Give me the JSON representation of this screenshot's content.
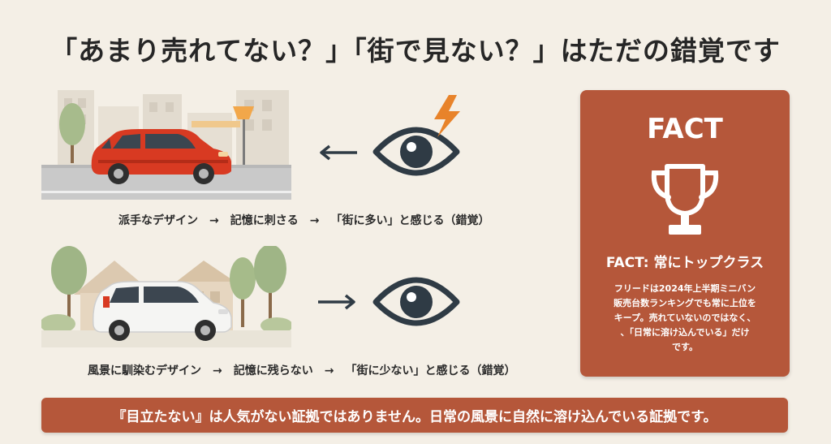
{
  "title": "「あまり売れてない？」「街で見ない？」はただの錯覚です",
  "row1": {
    "steps": [
      "派手なデザイン",
      "記憶に刺さる",
      "「街に多い」と感じる（錯覚）"
    ],
    "arrow": "→"
  },
  "row2": {
    "steps": [
      "風景に馴染むデザイン",
      "記憶に残らない",
      "「街に少ない」と感じる（錯覚）"
    ],
    "arrow": "→"
  },
  "fact": {
    "heading": "FACT",
    "subheading": "FACT: 常にトップクラス",
    "body_lines": [
      "フリードは2024年上半期ミニバン",
      "販売台数ランキングでも常に上位を",
      "キープ。売れていないのではなく、",
      "、「日常に溶け込んでいる」だけ",
      "です。"
    ]
  },
  "banner": "『目立たない』は人気がない証拠ではありません。日常の風景に自然に溶け込んでいる証拠です。",
  "colors": {
    "accent": "#b5573a",
    "red_car": "#d83a22",
    "lightning": "#e8832a",
    "icon_dark": "#2f3b45"
  }
}
